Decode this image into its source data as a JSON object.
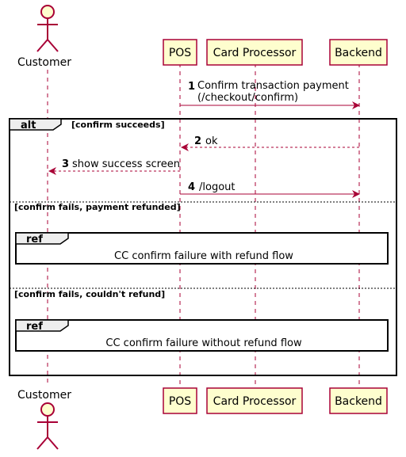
{
  "participants": {
    "customer": "Customer",
    "pos": "POS",
    "card_processor": "Card Processor",
    "backend": "Backend"
  },
  "messages": [
    {
      "num": "1",
      "line1": "Confirm transaction payment",
      "line2": "(/checkout/confirm)"
    },
    {
      "num": "2",
      "text": "ok"
    },
    {
      "num": "3",
      "text": "show success screen"
    },
    {
      "num": "4",
      "text": "/logout"
    }
  ],
  "alt": {
    "keyword": "alt",
    "cond1": "[confirm succeeds]",
    "cond2": "[confirm fails, payment refunded]",
    "cond3": "[confirm fails, couldn't refund]"
  },
  "refs": [
    {
      "keyword": "ref",
      "text": "CC confirm failure with refund flow"
    },
    {
      "keyword": "ref",
      "text": "CC confirm failure without refund flow"
    }
  ],
  "colors": {
    "participant_fill": "#FEFECE",
    "participant_border": "#A80036",
    "arrow": "#A80036",
    "frame_border": "#000000",
    "tab_fill": "#EEEEEE"
  }
}
